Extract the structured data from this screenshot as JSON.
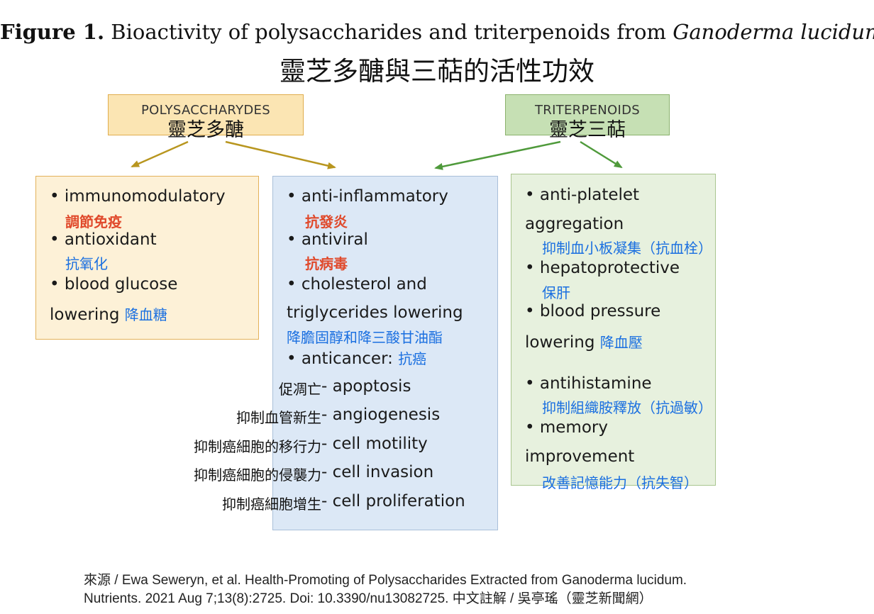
{
  "figure_title": {
    "label": "Figure 1.",
    "text": " Bioactivity of polysaccharides and triterpenoids from ",
    "species": "Ganoderma lucidum",
    "end": "."
  },
  "zh_title": "靈芝多醣與三萜的活性功效",
  "headers": {
    "poly_en": "POLYSACCHARYDES",
    "poly_zh": "靈芝多醣",
    "tri_en": "TRITERPENOIDS",
    "tri_zh": "靈芝三萜"
  },
  "poly_box": {
    "i1": "• immunomodulatory",
    "i1_zh": "調節免疫",
    "i2": "• antioxidant",
    "i2_zh": "抗氧化",
    "i3a": "• blood glucose",
    "i3b": "lowering ",
    "i3_zh": "降血糖"
  },
  "mid_box": {
    "i1": "• anti-inflammatory",
    "i1_zh": "抗發炎",
    "i2": "• antiviral",
    "i2_zh": "抗病毒",
    "i3a": "• cholesterol and",
    "i3b": "triglycerides lowering",
    "i3_zh": "降膽固醇和降三酸甘油酯",
    "i4": "• anticancer: ",
    "i4_zh": "抗癌",
    "sub": [
      {
        "zh": "促凋亡",
        "en": "- apoptosis"
      },
      {
        "zh": "抑制血管新生",
        "en": "- angiogenesis"
      },
      {
        "zh": "抑制癌細胞的移行力",
        "en": "- cell motility"
      },
      {
        "zh": "抑制癌細胞的侵襲力",
        "en": "- cell invasion"
      },
      {
        "zh": "抑制癌細胞增生",
        "en": "- cell proliferation"
      }
    ]
  },
  "tri_box": {
    "i1a": "• anti-platelet",
    "i1b": "aggregation",
    "i1_zh": "抑制血小板凝集（抗血栓）",
    "i2": "• hepatoprotective",
    "i2_zh": "保肝",
    "i3a": "• blood pressure",
    "i3b": "lowering ",
    "i3_zh": "降血壓",
    "i4": "• antihistamine",
    "i4_zh": "抑制組織胺釋放（抗過敏）",
    "i5a": "• memory",
    "i5b": "improvement",
    "i5_zh": "改善記憶能力（抗失智）"
  },
  "source": {
    "line1": "來源 / Ewa Seweryn, et al. Health-Promoting of Polysaccharides Extracted from Ganoderma lucidum.",
    "line2": "Nutrients. 2021 Aug 7;13(8):2725. Doi: 10.3390/nu13082725.    中文註解 / 吳亭瑤（靈芝新聞網）"
  },
  "colors": {
    "poly_arrow": "#b8961f",
    "tri_arrow": "#4f9a3b",
    "red_text": "#e0492b",
    "blue_text": "#1a6fe0"
  }
}
